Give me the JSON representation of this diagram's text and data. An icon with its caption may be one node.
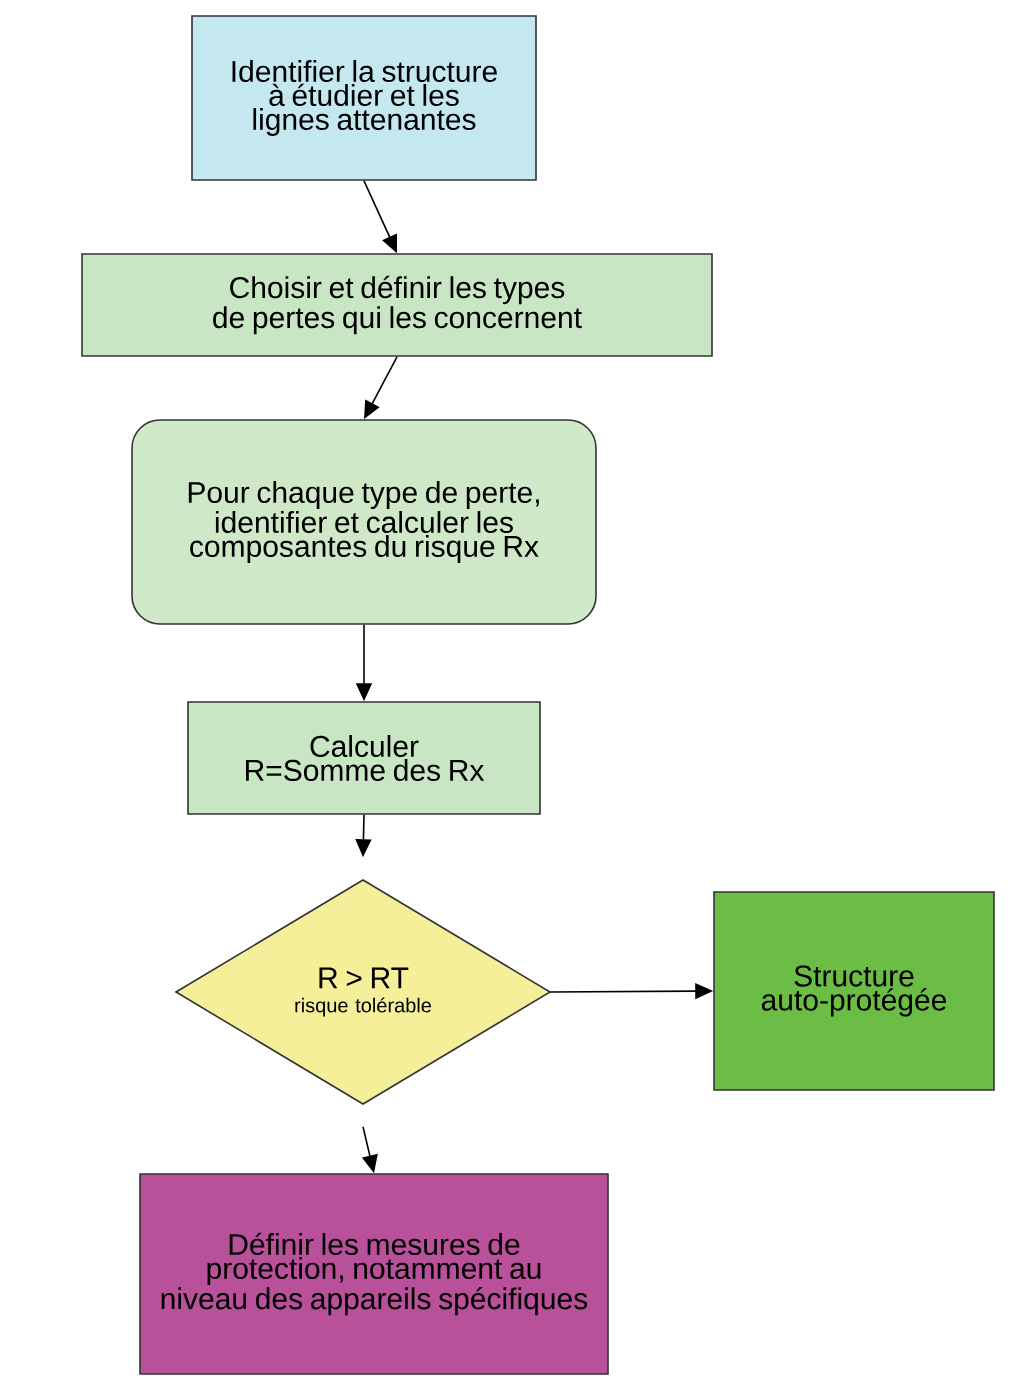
{
  "diagram": {
    "nodes": [
      {
        "text": [
          "Identifier la structure à étudier et les lignes attenantes"
        ]
      },
      {
        "text": [
          "Choisir et définir les types de pertes qui les concernent"
        ]
      },
      {
        "text": [
          "Pour chaque type de perte, identifier et calculer les composantes du risque Rx"
        ]
      },
      {
        "text": [
          "Calculer R=Somme des Rx"
        ]
      },
      {
        "text": [
          "R > RT",
          "risque tolérable"
        ]
      },
      {
        "text": [
          "Structure auto-protégée"
        ]
      },
      {
        "text": [
          "Définir les mesures de protection, notamment au niveau des appareils spécifiques"
        ]
      }
    ],
    "edges": [
      {
        "from": 0,
        "to": 1,
        "arrow": "to"
      },
      {
        "from": 1,
        "to": 2,
        "arrow": "to"
      },
      {
        "from": 2,
        "to": 3,
        "arrow": "to"
      },
      {
        "from": 3,
        "to": 4,
        "arrow": "to"
      },
      {
        "from": 4,
        "to": 5,
        "arrow": "to"
      },
      {
        "from": 4,
        "to": 6,
        "arrow": "to"
      }
    ]
  }
}
